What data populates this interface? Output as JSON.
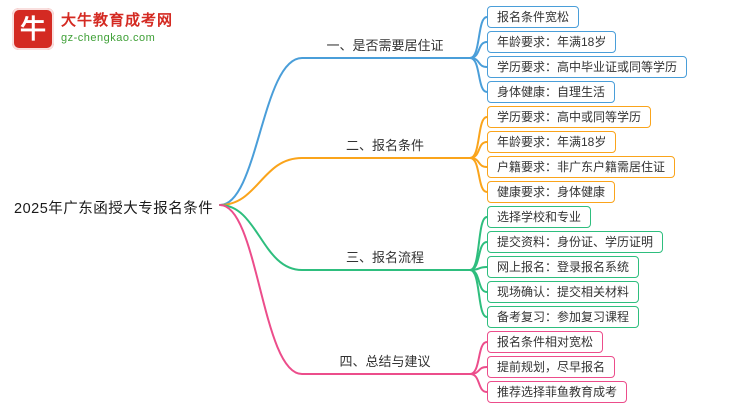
{
  "logo": {
    "icon_glyph": "牛",
    "site_name": "大牛教育成考网",
    "site_url": "gz-chengkao.com",
    "brand_red": "#D42A22",
    "brand_green": "#3FA037"
  },
  "central_topic": "2025年广东函授大专报名条件",
  "branches": [
    {
      "label": "一、是否需要居住证",
      "color": "#4A9ED9",
      "children": [
        "报名条件宽松",
        "年龄要求：年满18岁",
        "学历要求：高中毕业证或同等学历",
        "身体健康：自理生活"
      ]
    },
    {
      "label": "二、报名条件",
      "color": "#FAA41B",
      "children": [
        "学历要求：高中或同等学历",
        "年龄要求：年满18岁",
        "户籍要求：非广东户籍需居住证",
        "健康要求：身体健康"
      ]
    },
    {
      "label": "三、报名流程",
      "color": "#2EBE7E",
      "children": [
        "选择学校和专业",
        "提交资料：身份证、学历证明",
        "网上报名：登录报名系统",
        "现场确认：提交相关材料",
        "备考复习：参加复习课程"
      ]
    },
    {
      "label": "四、总结与建议",
      "color": "#EC4D8B",
      "children": [
        "报名条件相对宽松",
        "提前规划，尽早报名",
        "推荐选择菲鱼教育成考"
      ]
    }
  ]
}
